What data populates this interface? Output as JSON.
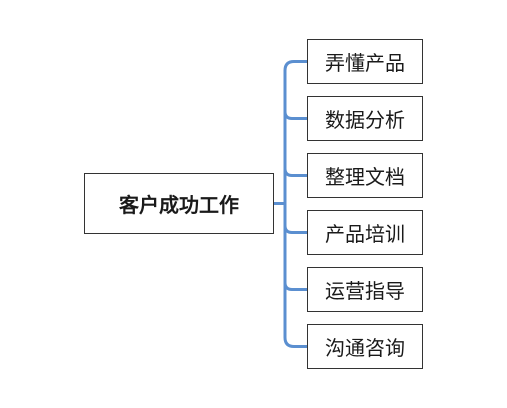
{
  "root": {
    "label": "客户成功工作"
  },
  "branches": [
    {
      "label": "弄懂产品"
    },
    {
      "label": "数据分析"
    },
    {
      "label": "整理文档"
    },
    {
      "label": "产品培训"
    },
    {
      "label": "运营指导"
    },
    {
      "label": "沟通咨询"
    }
  ],
  "colors": {
    "connector": "#5b8fd0"
  }
}
